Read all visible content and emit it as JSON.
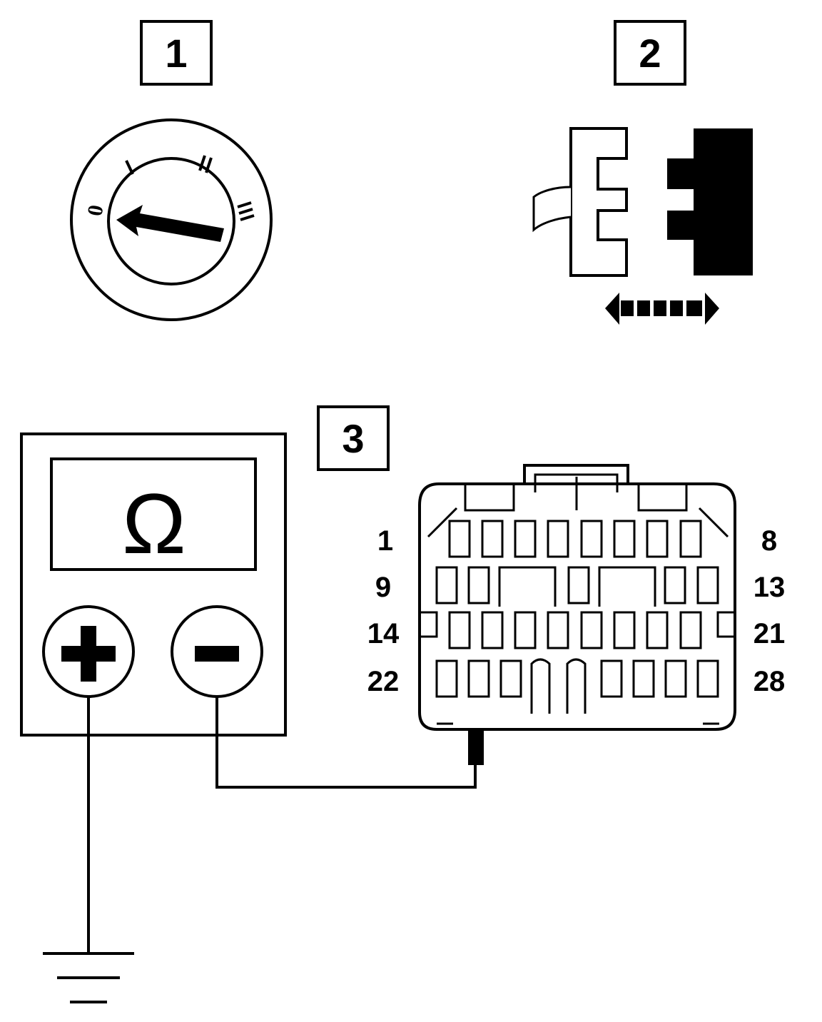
{
  "steps": [
    {
      "id": "step-1",
      "label": "1"
    },
    {
      "id": "step-2",
      "label": "2"
    },
    {
      "id": "step-3",
      "label": "3"
    }
  ],
  "ignition_switch": {
    "positions": [
      "0",
      "I",
      "II",
      "III"
    ],
    "selected": "0"
  },
  "connector_action": "disconnect / reconnect",
  "meter": {
    "symbol": "Ω",
    "plus_terminal": "+",
    "minus_terminal": "−"
  },
  "connector": {
    "row_labels_left": [
      "1",
      "9",
      "14",
      "22"
    ],
    "row_labels_right": [
      "8",
      "13",
      "21",
      "28"
    ],
    "probed_pin": "23"
  },
  "colors": {
    "line": "#000000",
    "fill": "#ffffff"
  }
}
